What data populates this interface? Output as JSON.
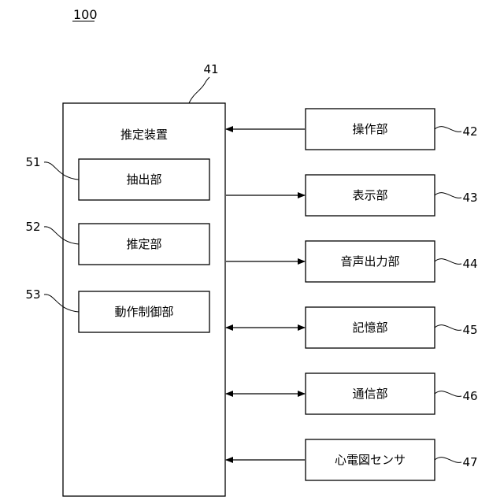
{
  "figure_number": "100",
  "main_device": {
    "ref": "41",
    "title": "推定装置"
  },
  "internal_units": [
    {
      "ref": "51",
      "label": "抽出部"
    },
    {
      "ref": "52",
      "label": "推定部"
    },
    {
      "ref": "53",
      "label": "動作制御部"
    }
  ],
  "external_units": [
    {
      "ref": "42",
      "label": "操作部",
      "link": "input"
    },
    {
      "ref": "43",
      "label": "表示部",
      "link": "output"
    },
    {
      "ref": "44",
      "label": "音声出力部",
      "link": "output"
    },
    {
      "ref": "45",
      "label": "記憶部",
      "link": "bidirectional"
    },
    {
      "ref": "46",
      "label": "通信部",
      "link": "bidirectional"
    },
    {
      "ref": "47",
      "label": "心電図センサ",
      "link": "input"
    }
  ]
}
